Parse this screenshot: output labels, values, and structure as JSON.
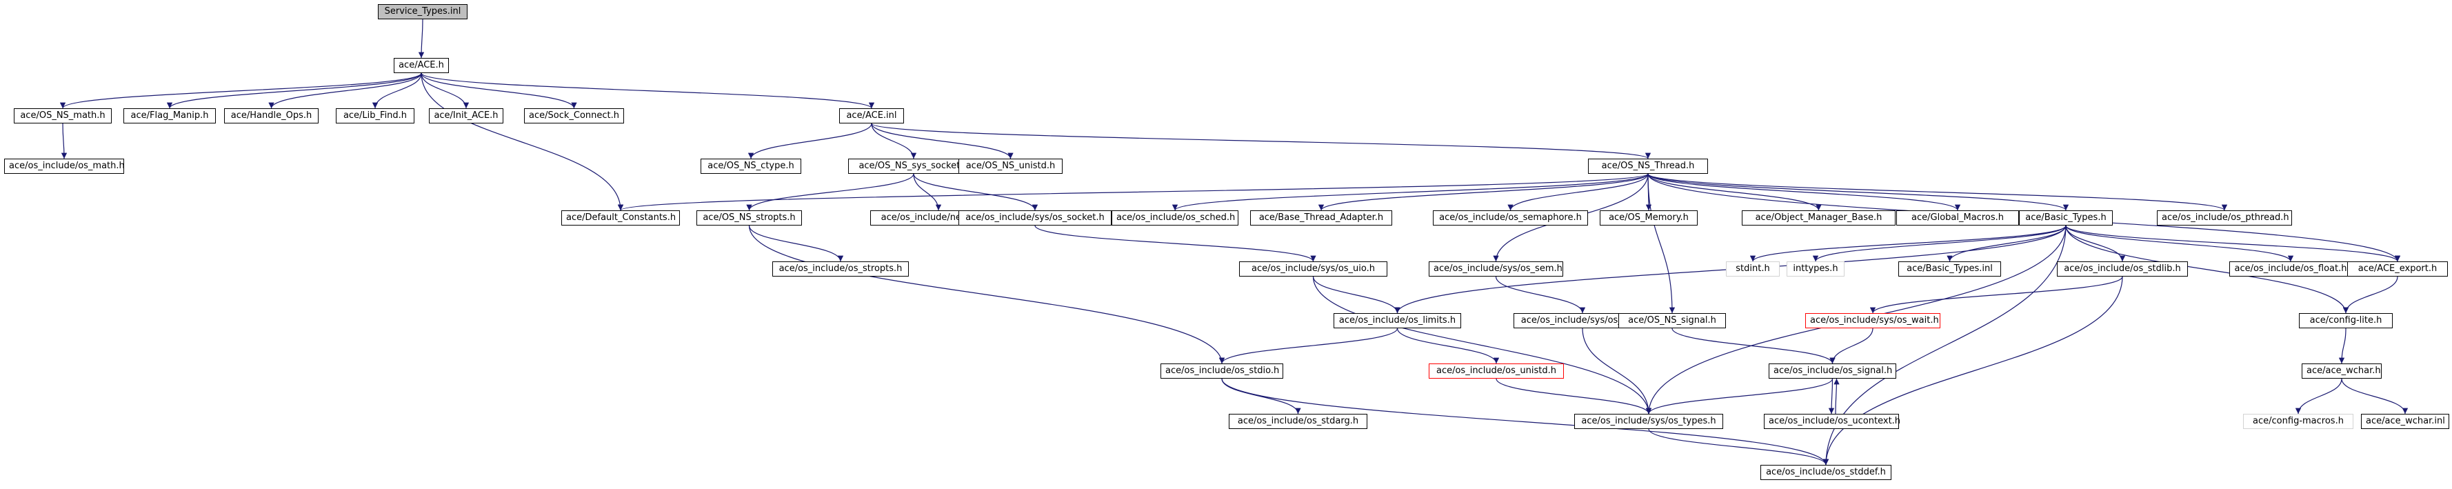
{
  "graph": {
    "colors": {
      "edge": "#191970",
      "border": "#000000",
      "root_fill": "#bfbfbf",
      "missing_border": "#ff0000",
      "plain_border": "#d3d3d3"
    },
    "nodes": [
      {
        "id": "service_types_inl",
        "label": "Service_Types.inl",
        "style": "root"
      },
      {
        "id": "ace_h",
        "label": "ace/ACE.h"
      },
      {
        "id": "os_ns_math",
        "label": "ace/OS_NS_math.h"
      },
      {
        "id": "flag_manip",
        "label": "ace/Flag_Manip.h"
      },
      {
        "id": "handle_ops",
        "label": "ace/Handle_Ops.h"
      },
      {
        "id": "lib_find",
        "label": "ace/Lib_Find.h"
      },
      {
        "id": "init_ace",
        "label": "ace/Init_ACE.h"
      },
      {
        "id": "sock_connect",
        "label": "ace/Sock_Connect.h"
      },
      {
        "id": "ace_inl",
        "label": "ace/ACE.inl"
      },
      {
        "id": "os_math",
        "label": "ace/os_include/os_math.h"
      },
      {
        "id": "os_ns_ctype",
        "label": "ace/OS_NS_ctype.h"
      },
      {
        "id": "os_ns_sys_socket",
        "label": "ace/OS_NS_sys_socket.h"
      },
      {
        "id": "os_ns_unistd",
        "label": "ace/OS_NS_unistd.h"
      },
      {
        "id": "os_ns_thread",
        "label": "ace/OS_NS_Thread.h"
      },
      {
        "id": "default_constants",
        "label": "ace/Default_Constants.h"
      },
      {
        "id": "os_ns_stropts",
        "label": "ace/OS_NS_stropts.h"
      },
      {
        "id": "net_os_if",
        "label": "ace/os_include/net/os_if.h"
      },
      {
        "id": "sys_os_socket",
        "label": "ace/os_include/sys/os_socket.h"
      },
      {
        "id": "os_sched",
        "label": "ace/os_include/os_sched.h"
      },
      {
        "id": "base_thread_adapter",
        "label": "ace/Base_Thread_Adapter.h"
      },
      {
        "id": "os_semaphore",
        "label": "ace/os_include/os_semaphore.h"
      },
      {
        "id": "os_memory",
        "label": "ace/OS_Memory.h"
      },
      {
        "id": "object_manager_base",
        "label": "ace/Object_Manager_Base.h"
      },
      {
        "id": "global_macros",
        "label": "ace/Global_Macros.h"
      },
      {
        "id": "basic_types",
        "label": "ace/Basic_Types.h"
      },
      {
        "id": "os_pthread",
        "label": "ace/os_include/os_pthread.h"
      },
      {
        "id": "os_stropts",
        "label": "ace/os_include/os_stropts.h"
      },
      {
        "id": "sys_os_uio",
        "label": "ace/os_include/sys/os_uio.h"
      },
      {
        "id": "sys_os_sem",
        "label": "ace/os_include/sys/os_sem.h"
      },
      {
        "id": "stdint",
        "label": "stdint.h",
        "style": "plain"
      },
      {
        "id": "inttypes",
        "label": "inttypes.h",
        "style": "plain"
      },
      {
        "id": "basic_types_inl",
        "label": "ace/Basic_Types.inl"
      },
      {
        "id": "os_stdlib",
        "label": "ace/os_include/os_stdlib.h"
      },
      {
        "id": "os_float",
        "label": "ace/os_include/os_float.h"
      },
      {
        "id": "ace_export",
        "label": "ace/ACE_export.h"
      },
      {
        "id": "os_limits",
        "label": "ace/os_include/os_limits.h"
      },
      {
        "id": "sys_os_ipc",
        "label": "ace/os_include/sys/os_ipc.h"
      },
      {
        "id": "os_ns_signal",
        "label": "ace/OS_NS_signal.h"
      },
      {
        "id": "sys_os_wait",
        "label": "ace/os_include/sys/os_wait.h",
        "style": "missing"
      },
      {
        "id": "config_lite",
        "label": "ace/config-lite.h"
      },
      {
        "id": "os_stdio",
        "label": "ace/os_include/os_stdio.h"
      },
      {
        "id": "os_unistd",
        "label": "ace/os_include/os_unistd.h",
        "style": "missing"
      },
      {
        "id": "os_signal",
        "label": "ace/os_include/os_signal.h"
      },
      {
        "id": "ace_wchar_h",
        "label": "ace/ace_wchar.h"
      },
      {
        "id": "os_stdarg",
        "label": "ace/os_include/os_stdarg.h"
      },
      {
        "id": "sys_os_types",
        "label": "ace/os_include/sys/os_types.h"
      },
      {
        "id": "os_ucontext",
        "label": "ace/os_include/os_ucontext.h"
      },
      {
        "id": "config_macros",
        "label": "ace/config-macros.h",
        "style": "plain"
      },
      {
        "id": "ace_wchar_inl",
        "label": "ace/ace_wchar.inl"
      },
      {
        "id": "os_stddef",
        "label": "ace/os_include/os_stddef.h"
      }
    ],
    "edges": [
      [
        "service_types_inl",
        "ace_h"
      ],
      [
        "ace_h",
        "os_ns_math"
      ],
      [
        "ace_h",
        "flag_manip"
      ],
      [
        "ace_h",
        "handle_ops"
      ],
      [
        "ace_h",
        "lib_find"
      ],
      [
        "ace_h",
        "init_ace"
      ],
      [
        "ace_h",
        "sock_connect"
      ],
      [
        "ace_h",
        "ace_inl"
      ],
      [
        "ace_h",
        "default_constants"
      ],
      [
        "os_ns_math",
        "os_math"
      ],
      [
        "ace_inl",
        "os_ns_ctype"
      ],
      [
        "ace_inl",
        "os_ns_sys_socket"
      ],
      [
        "ace_inl",
        "os_ns_unistd"
      ],
      [
        "ace_inl",
        "os_ns_thread"
      ],
      [
        "os_ns_sys_socket",
        "os_ns_stropts"
      ],
      [
        "os_ns_sys_socket",
        "net_os_if"
      ],
      [
        "os_ns_sys_socket",
        "sys_os_socket"
      ],
      [
        "os_ns_thread",
        "default_constants"
      ],
      [
        "os_ns_thread",
        "os_sched"
      ],
      [
        "os_ns_thread",
        "base_thread_adapter"
      ],
      [
        "os_ns_thread",
        "os_semaphore"
      ],
      [
        "os_ns_thread",
        "os_memory"
      ],
      [
        "os_ns_thread",
        "object_manager_base"
      ],
      [
        "os_ns_thread",
        "global_macros"
      ],
      [
        "os_ns_thread",
        "basic_types"
      ],
      [
        "os_ns_thread",
        "os_pthread"
      ],
      [
        "os_ns_thread",
        "sys_os_sem"
      ],
      [
        "os_ns_thread",
        "os_ns_signal"
      ],
      [
        "os_ns_thread",
        "ace_export"
      ],
      [
        "os_ns_stropts",
        "os_stropts"
      ],
      [
        "os_ns_stropts",
        "os_stdio"
      ],
      [
        "sys_os_socket",
        "sys_os_uio"
      ],
      [
        "sys_os_uio",
        "os_limits"
      ],
      [
        "sys_os_uio",
        "sys_os_types"
      ],
      [
        "sys_os_sem",
        "sys_os_ipc"
      ],
      [
        "sys_os_ipc",
        "sys_os_types"
      ],
      [
        "basic_types",
        "stdint"
      ],
      [
        "basic_types",
        "inttypes"
      ],
      [
        "basic_types",
        "basic_types_inl"
      ],
      [
        "basic_types",
        "os_stdlib"
      ],
      [
        "basic_types",
        "os_float"
      ],
      [
        "basic_types",
        "ace_export"
      ],
      [
        "basic_types",
        "config_lite"
      ],
      [
        "basic_types",
        "os_limits"
      ],
      [
        "basic_types",
        "sys_os_types"
      ],
      [
        "basic_types",
        "os_stddef"
      ],
      [
        "os_stdlib",
        "sys_os_wait"
      ],
      [
        "os_stdlib",
        "os_stddef"
      ],
      [
        "sys_os_wait",
        "os_signal"
      ],
      [
        "os_limits",
        "os_stdio"
      ],
      [
        "os_limits",
        "os_unistd"
      ],
      [
        "os_ns_signal",
        "os_signal"
      ],
      [
        "os_unistd",
        "sys_os_types"
      ],
      [
        "os_stdio",
        "os_stdarg"
      ],
      [
        "os_stdio",
        "os_stddef"
      ],
      [
        "os_signal",
        "sys_os_types"
      ],
      [
        "os_signal",
        "os_ucontext"
      ],
      [
        "os_ucontext",
        "os_signal"
      ],
      [
        "sys_os_types",
        "os_stddef"
      ],
      [
        "ace_export",
        "config_lite"
      ],
      [
        "config_lite",
        "ace_wchar_h"
      ],
      [
        "ace_wchar_h",
        "config_macros"
      ],
      [
        "ace_wchar_h",
        "ace_wchar_inl"
      ]
    ]
  }
}
